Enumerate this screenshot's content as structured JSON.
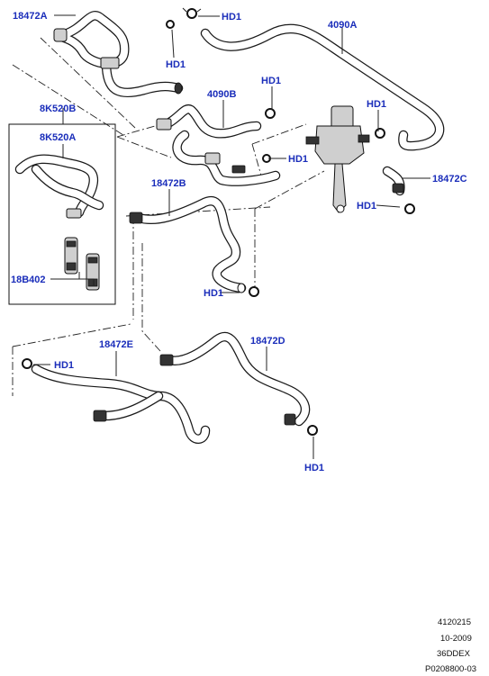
{
  "labels": {
    "hose_18472A": "18472A",
    "hose_4090A": "4090A",
    "hose_4090B": "4090B",
    "kit_8K520B": "8K520B",
    "kit_8K520A": "8K520A",
    "hose_18472B": "18472B",
    "hose_18472C": "18472C",
    "valve_18B402": "18B402",
    "hose_18472E": "18472E",
    "hose_18472D": "18472D",
    "clip": "HD1"
  },
  "footer": {
    "line1": "4120215",
    "line2": "10-2009",
    "line3": "36DDEX",
    "line4": "P0208800-03"
  }
}
